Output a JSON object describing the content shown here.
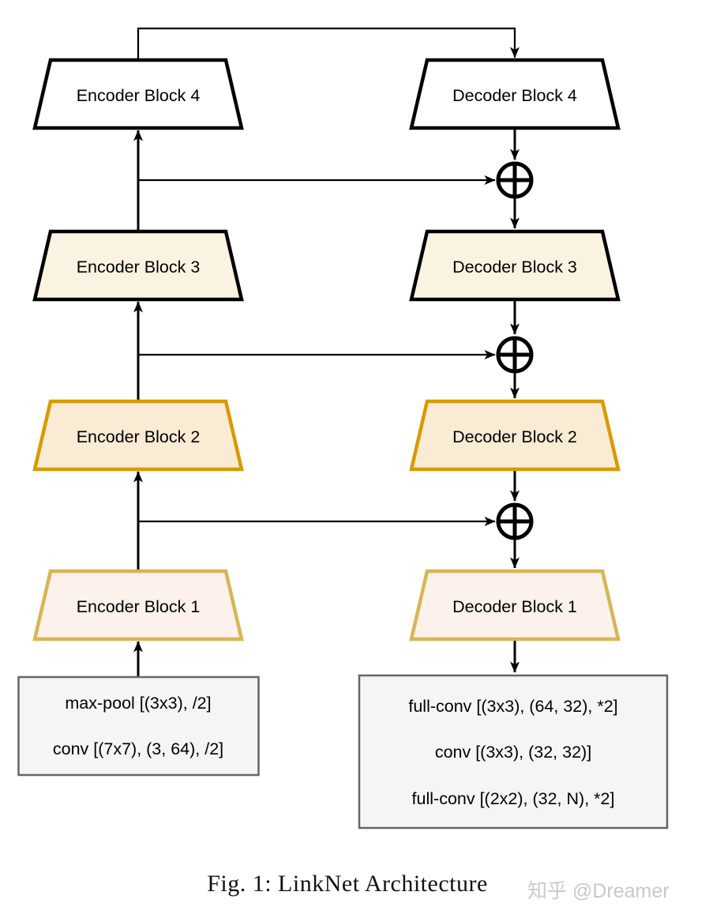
{
  "figure": {
    "caption": "Fig. 1: LinkNet Architecture",
    "watermark": "知乎 @Dreamer"
  },
  "encoder": {
    "blocks": [
      {
        "label": "Encoder Block 4"
      },
      {
        "label": "Encoder Block 3"
      },
      {
        "label": "Encoder Block 2"
      },
      {
        "label": "Encoder Block 1"
      }
    ],
    "input_ops": [
      "max-pool [(3x3), /2]",
      "conv [(7x7), (3, 64), /2]"
    ]
  },
  "decoder": {
    "blocks": [
      {
        "label": "Decoder Block 4"
      },
      {
        "label": "Decoder Block 3"
      },
      {
        "label": "Decoder Block 2"
      },
      {
        "label": "Decoder Block 1"
      }
    ],
    "output_ops": [
      "full-conv [(3x3), (64, 32), *2]",
      "conv [(3x3), (32, 32)]",
      "full-conv [(2x2), (32, N), *2]"
    ]
  },
  "icons": {
    "add_junction": "plus-circle (element-wise addition)"
  },
  "colors": {
    "row4_fill": "#FFFFFF",
    "row4_stroke": "#000000",
    "row3_fill": "#FAF3E1",
    "row3_stroke": "#000000",
    "row2_fill": "#FAEBD5",
    "row2_stroke": "#D79B00",
    "row1_fill": "#FDF1EC",
    "row1_stroke": "#D6B656",
    "ops_box_fill": "#F5F5F5",
    "ops_box_stroke": "#666666",
    "connector": "#000000",
    "watermark_text": "#C9C9C9"
  }
}
